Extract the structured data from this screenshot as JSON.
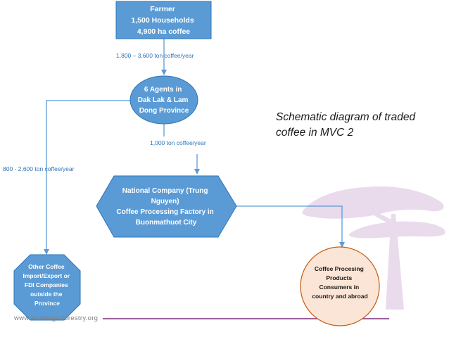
{
  "colors": {
    "node_fill": "#5b9bd5",
    "node_border": "#2e75b6",
    "edge": "#5b9bd5",
    "edge_label": "#2e75b6",
    "footer_line": "#7f2a7f",
    "consumer_fill": "#fbe5d6",
    "consumer_border": "#c55a11",
    "tree_silhouette": "#e7d7ea"
  },
  "nodes": {
    "farmer": {
      "shape": "rectangle",
      "lines": [
        "Farmer",
        "1,500 Households",
        "4,900 ha coffee"
      ]
    },
    "agents": {
      "shape": "ellipse",
      "lines": [
        "6 Agents in",
        "Dak Lak & Lam",
        "Dong Province"
      ]
    },
    "national_company": {
      "shape": "hexagon",
      "lines": [
        "National Company (Trung",
        "Nguyen)",
        "Coffee Processing Factory in",
        "Buonmathuot City"
      ]
    },
    "other_companies": {
      "shape": "octagon",
      "lines": [
        "Other Coffee",
        "Import/Export or",
        "FDI Companies",
        "outside the",
        "Province"
      ]
    },
    "consumers": {
      "shape": "circle",
      "lines": [
        "Coffee Procesing",
        "Products",
        "Consumers in",
        "country and abroad"
      ]
    }
  },
  "edges": {
    "farmer_to_agents": "1,800 – 3,600 ton coffee/year",
    "agents_to_national": "1,000 ton coffee/year",
    "agents_to_other": "800 - 2,600 ton coffee/year"
  },
  "title": [
    "Schematic diagram of traded",
    "coffee in MVC 2"
  ],
  "footer": {
    "url": "www.worldagroforestry.org"
  }
}
